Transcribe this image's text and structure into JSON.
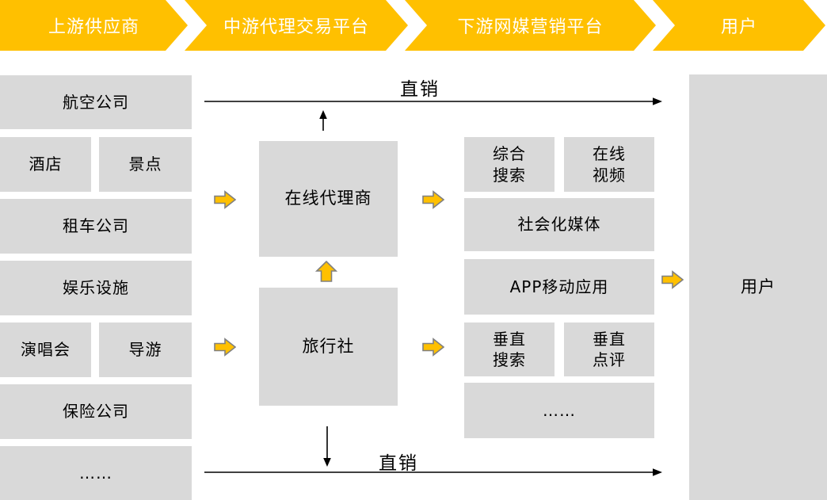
{
  "banner": {
    "segments": [
      {
        "label": "上游供应商"
      },
      {
        "label": "中游代理交易平台"
      },
      {
        "label": "下游网媒营销平台"
      },
      {
        "label": "用户"
      }
    ]
  },
  "suppliers": {
    "items": [
      {
        "label": "航空公司"
      },
      {
        "label": "酒店"
      },
      {
        "label": "景点"
      },
      {
        "label": "租车公司"
      },
      {
        "label": "娱乐设施"
      },
      {
        "label": "演唱会"
      },
      {
        "label": "导游"
      },
      {
        "label": "保险公司"
      },
      {
        "label": "……"
      }
    ]
  },
  "platforms": {
    "online_agent": "在线代理商",
    "travel_agency": "旅行社"
  },
  "media": {
    "items": [
      {
        "label": "综合\n搜索"
      },
      {
        "label": "在线\n视频"
      },
      {
        "label": "社会化媒体"
      },
      {
        "label": "APP移动应用"
      },
      {
        "label": "垂直\n搜索"
      },
      {
        "label": "垂直\n点评"
      },
      {
        "label": "……"
      }
    ]
  },
  "user": {
    "label": "用户"
  },
  "direct_sales": {
    "top_label": "直销",
    "bottom_label": "直销"
  },
  "colors": {
    "banner_orange": "#FFC000",
    "block_arrow_fill": "#FFC000",
    "block_arrow_border": "#808080",
    "box_gray": "#D9D9D9",
    "connector_black": "#000000",
    "banner_text": "#FFFFFF"
  },
  "icons": {
    "block_arrow_right": "flow direction right",
    "block_arrow_up": "flow direction up",
    "thin_arrow": "direct sales flow"
  }
}
